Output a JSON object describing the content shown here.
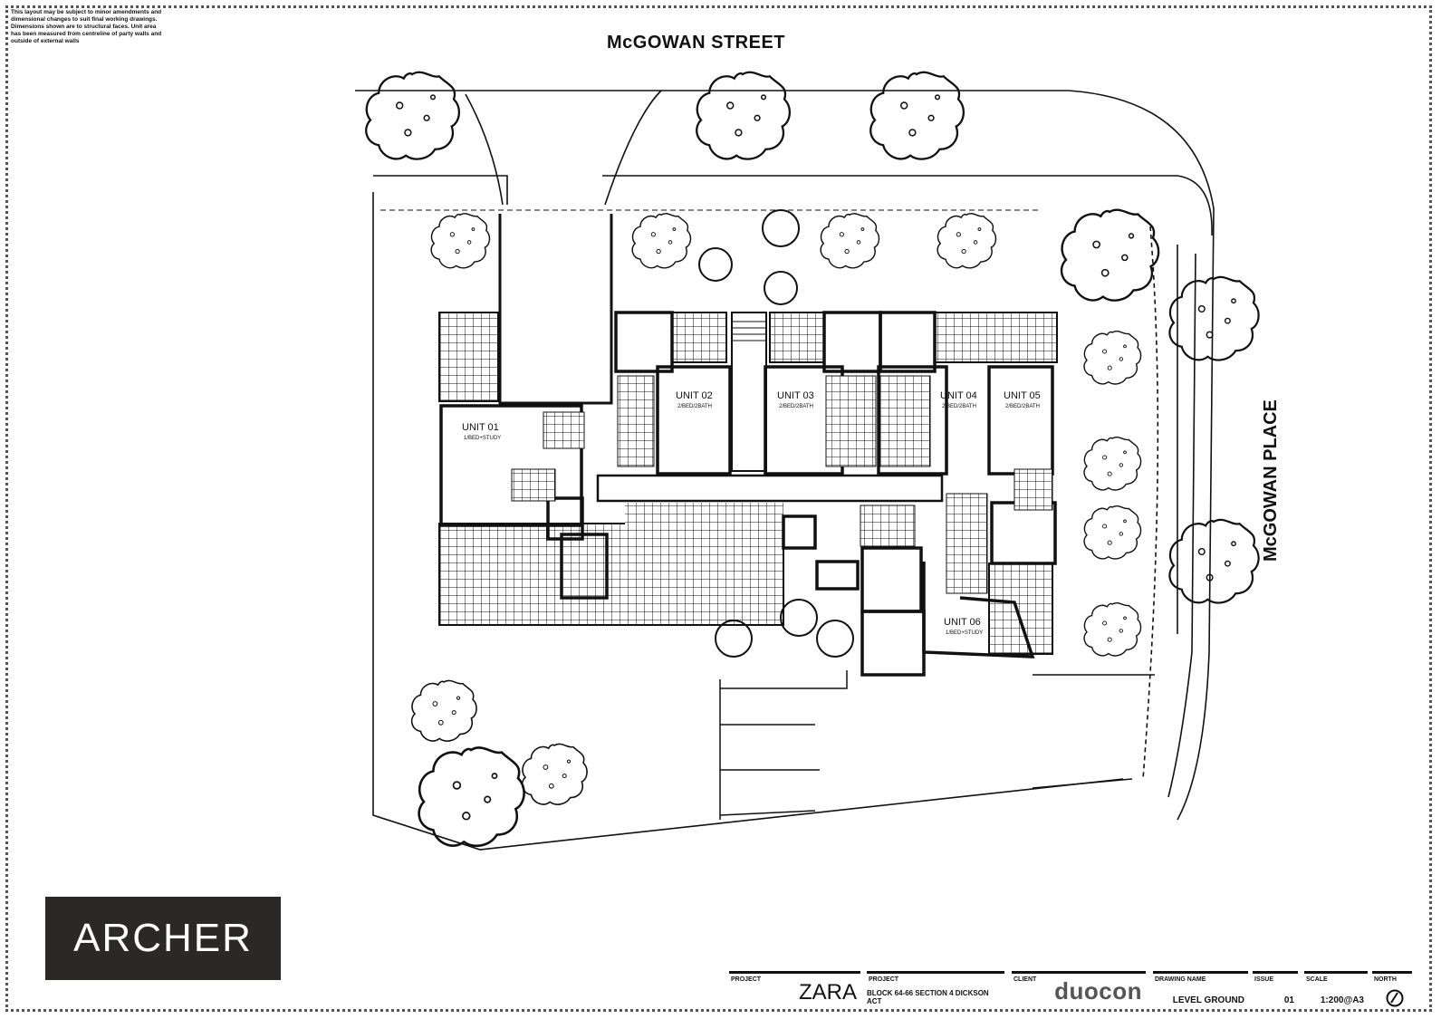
{
  "note": {
    "text": "This layout may be subject to minor amendments and\ndimensional changes to suit final working drawings.\nDimensions shown are to structural faces. Unit area\nhas been measured from centreline of party walls and\noutside of external walls"
  },
  "streets": {
    "top": "McGOWAN  STREET",
    "right": "McGOWAN  PLACE"
  },
  "units": [
    {
      "label": "UNIT 01",
      "sub": "1/BED+STUDY"
    },
    {
      "label": "UNIT 02",
      "sub": "2/BED/2BATH"
    },
    {
      "label": "UNIT 03",
      "sub": "2/BED/2BATH"
    },
    {
      "label": "UNIT 04",
      "sub": "2/BED/2BATH"
    },
    {
      "label": "UNIT 05",
      "sub": "2/BED/2BATH"
    },
    {
      "label": "UNIT 06",
      "sub": "1/BED+STUDY"
    }
  ],
  "brand": {
    "logo": "ARCHER"
  },
  "titleblock": {
    "project_label": "PROJECT",
    "project": "ZARA",
    "site_label": "PROJECT",
    "site": "BLOCK 64-66 SECTION 4 DICKSON ACT",
    "client_label": "CLIENT",
    "client": "duocon",
    "drawing_label": "DRAWING NAME",
    "drawing": "LEVEL GROUND",
    "issue_label": "ISSUE",
    "issue": "01",
    "scale_label": "SCALE",
    "scale": "1:200@A3",
    "north_label": "NORTH"
  }
}
